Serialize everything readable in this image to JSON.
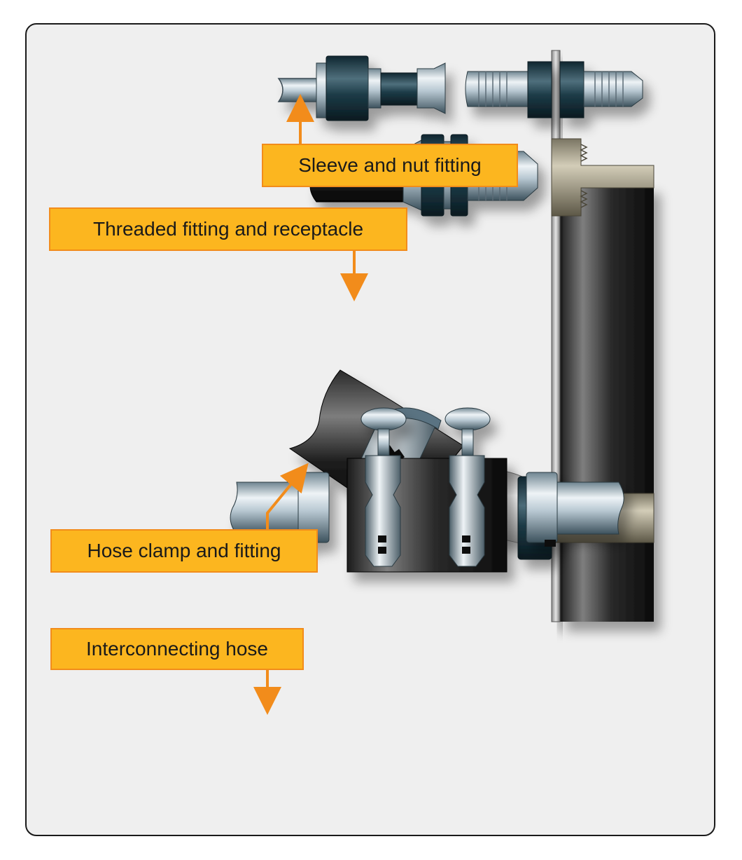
{
  "labels": {
    "sleeve_nut": "Sleeve and nut fitting",
    "threaded": "Threaded fitting and receptacle",
    "hose_clamp": "Hose clamp and fitting",
    "interconnecting": "Interconnecting hose"
  },
  "colors": {
    "label_fill": "#fcb61f",
    "label_border": "#f28c1b",
    "arrow": "#f28c1b",
    "background": "#efefef",
    "metal": "#c9d6df",
    "dark_nut": "#143440",
    "hose": "#111111",
    "receptacle": "#aaa48f"
  }
}
